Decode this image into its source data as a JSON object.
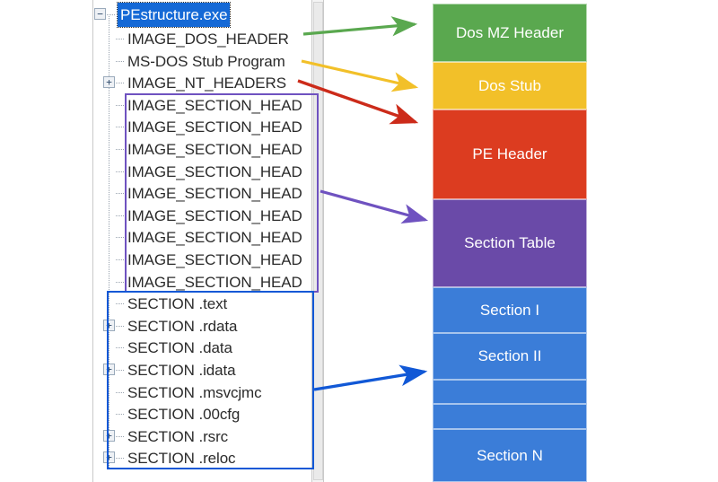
{
  "tree": {
    "root": {
      "label": "PEstructure.exe",
      "expander": "−",
      "selected": true
    },
    "items": [
      {
        "label": "IMAGE_DOS_HEADER",
        "expander": ""
      },
      {
        "label": "MS-DOS Stub Program",
        "expander": ""
      },
      {
        "label": "IMAGE_NT_HEADERS",
        "expander": "+"
      },
      {
        "label": "IMAGE_SECTION_HEAD",
        "expander": ""
      },
      {
        "label": "IMAGE_SECTION_HEAD",
        "expander": ""
      },
      {
        "label": "IMAGE_SECTION_HEAD",
        "expander": ""
      },
      {
        "label": "IMAGE_SECTION_HEAD",
        "expander": ""
      },
      {
        "label": "IMAGE_SECTION_HEAD",
        "expander": ""
      },
      {
        "label": "IMAGE_SECTION_HEAD",
        "expander": ""
      },
      {
        "label": "IMAGE_SECTION_HEAD",
        "expander": ""
      },
      {
        "label": "IMAGE_SECTION_HEAD",
        "expander": ""
      },
      {
        "label": "IMAGE_SECTION_HEAD",
        "expander": ""
      },
      {
        "label": "SECTION .text",
        "expander": ""
      },
      {
        "label": "SECTION .rdata",
        "expander": "+"
      },
      {
        "label": "SECTION .data",
        "expander": ""
      },
      {
        "label": "SECTION .idata",
        "expander": "+"
      },
      {
        "label": "SECTION .msvcjmc",
        "expander": ""
      },
      {
        "label": "SECTION .00cfg",
        "expander": ""
      },
      {
        "label": "SECTION .rsrc",
        "expander": "+"
      },
      {
        "label": "SECTION .reloc",
        "expander": "+"
      }
    ]
  },
  "highlight_boxes": [
    {
      "name": "section-headers-group",
      "color": "#6f52c0"
    },
    {
      "name": "sections-group",
      "color": "#1158d6"
    }
  ],
  "layout": {
    "blocks": [
      {
        "label": "Dos MZ Header",
        "color": "#5aa84f"
      },
      {
        "label": "Dos Stub",
        "color": "#f2c029"
      },
      {
        "label": "PE Header",
        "color": "#dc3c20"
      },
      {
        "label": "Section Table",
        "color": "#6a4aa8"
      },
      {
        "label": "Section I",
        "color": "#3b7dd8"
      },
      {
        "label": "Section II",
        "color": "#3b7dd8"
      },
      {
        "label": "",
        "color": "#3b7dd8"
      },
      {
        "label": "",
        "color": "#3b7dd8"
      },
      {
        "label": "Section N",
        "color": "#3b7dd8"
      }
    ]
  },
  "arrows": [
    {
      "name": "dos-header-arrow",
      "color": "#5aa84f"
    },
    {
      "name": "dos-stub-arrow",
      "color": "#f2c029"
    },
    {
      "name": "nt-headers-arrow",
      "color": "#cc2b1a"
    },
    {
      "name": "section-table-arrow",
      "color": "#6f52c0"
    },
    {
      "name": "sections-arrow",
      "color": "#1158d6"
    }
  ]
}
